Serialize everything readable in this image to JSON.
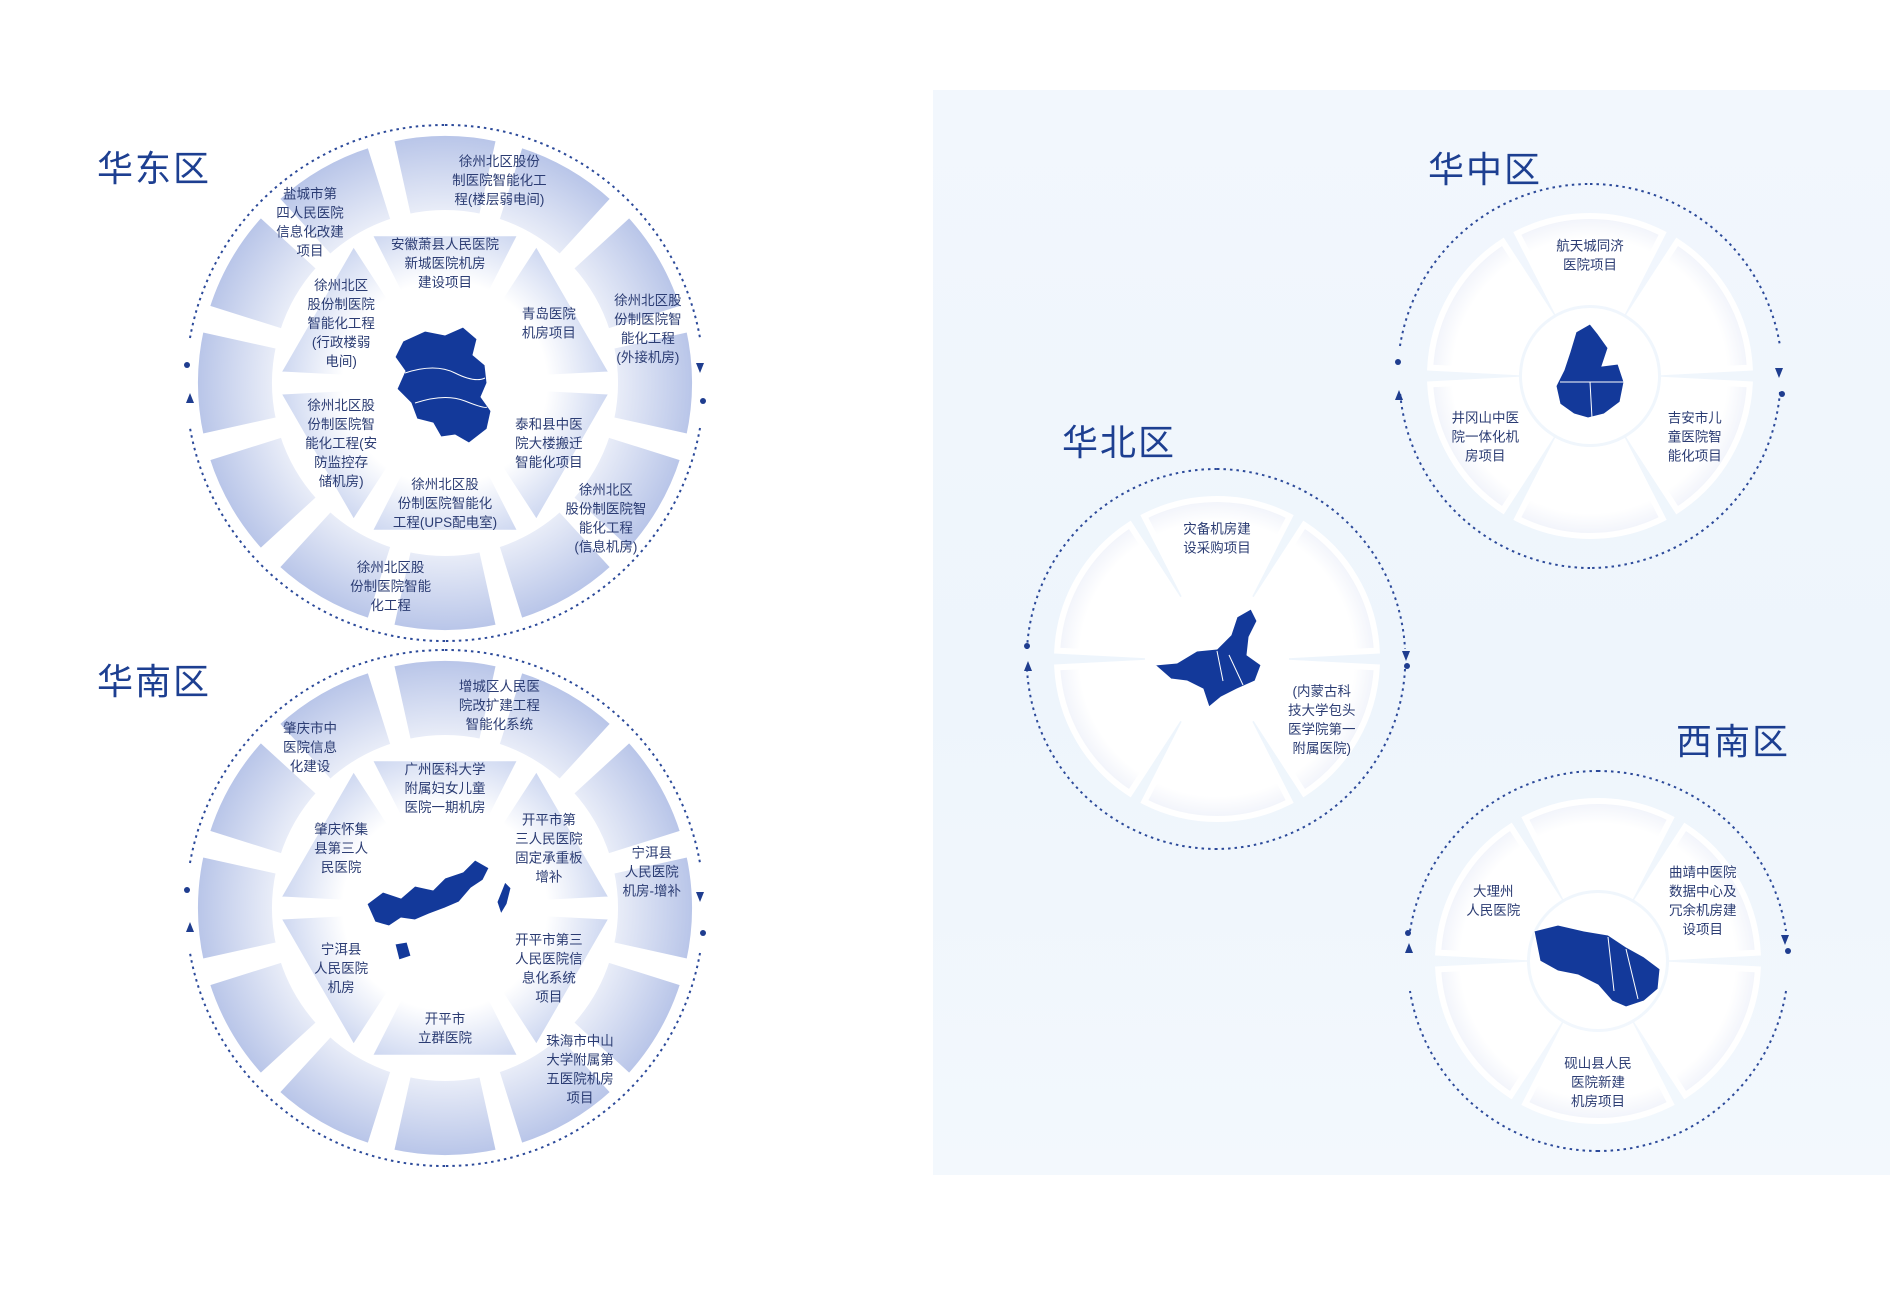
{
  "regions": {
    "east": {
      "title": "华东区"
    },
    "south": {
      "title": "华南区"
    },
    "north": {
      "title": "华北区"
    },
    "central": {
      "title": "华中区"
    },
    "southwest": {
      "title": "西南区"
    }
  },
  "east": {
    "outer": [
      [
        "徐州北区股份",
        "制医院智能化工",
        "程(楼层弱电间)"
      ],
      [
        "徐州北区股",
        "份制医院智",
        "能化工程",
        "(外接机房)"
      ],
      [
        "徐州北区",
        "股份制医院智",
        "能化工程",
        "(信息机房)"
      ],
      [
        "徐州北区股",
        "份制医院智能",
        "化工程"
      ],
      [
        "盐城市第",
        "四人民医院",
        "信息化改建",
        "项目"
      ]
    ],
    "inner": [
      [
        "安徽萧县人民医院",
        "新城医院机房",
        "建设项目"
      ],
      [
        "青岛医院",
        "机房项目"
      ],
      [
        "泰和县中医",
        "院大楼搬迁",
        "智能化项目"
      ],
      [
        "徐州北区股",
        "份制医院智能化",
        "工程(UPS配电室)"
      ],
      [
        "徐州北区股",
        "份制医院智",
        "能化工程(安",
        "防监控存",
        "储机房)"
      ],
      [
        "徐州北区",
        "股份制医院",
        "智能化工程",
        "(行政楼弱",
        "电间)"
      ]
    ]
  },
  "south": {
    "outer": [
      [
        "增城区人民医",
        "院改扩建工程",
        "智能化系统"
      ],
      [
        "宁洱县",
        "人民医院",
        "机房-增补"
      ],
      [
        "珠海市中山",
        "大学附属第",
        "五医院机房",
        "项目"
      ],
      [
        "肇庆市中",
        "医院信息",
        "化建设"
      ]
    ],
    "inner": [
      [
        "广州医科大学",
        "附属妇女儿童",
        "医院一期机房"
      ],
      [
        "开平市第",
        "三人民医院",
        "固定承重板",
        "增补"
      ],
      [
        "开平市第三",
        "人民医院信",
        "息化系统",
        "项目"
      ],
      [
        "开平市",
        "立群医院"
      ],
      [
        "宁洱县",
        "人民医院",
        "机房"
      ],
      [
        "肇庆怀集",
        "县第三人",
        "民医院"
      ]
    ]
  },
  "north": {
    "segments": [
      [
        "灾备机房建",
        "设采购项目"
      ],
      [
        "(内蒙古科",
        "技大学包头",
        "医学院第一",
        "附属医院)"
      ]
    ]
  },
  "central": {
    "segments": [
      [
        "航天城同济",
        "医院项目"
      ],
      [
        "吉安市儿",
        "童医院智",
        "能化项目"
      ],
      [
        "井冈山中医",
        "院一体化机",
        "房项目"
      ]
    ]
  },
  "southwest": {
    "segments": [
      [
        "曲靖中医院",
        "数据中心及",
        "冗余机房建",
        "设项目"
      ],
      [
        "砚山县人民",
        "医院新建",
        "机房项目"
      ],
      [
        "大理州",
        "人民医院"
      ]
    ]
  },
  "colors": {
    "accent": "#13399a",
    "title": "#1d3f91",
    "segment_light": "#ffffff",
    "segment_dark": "#b9c6e8"
  }
}
